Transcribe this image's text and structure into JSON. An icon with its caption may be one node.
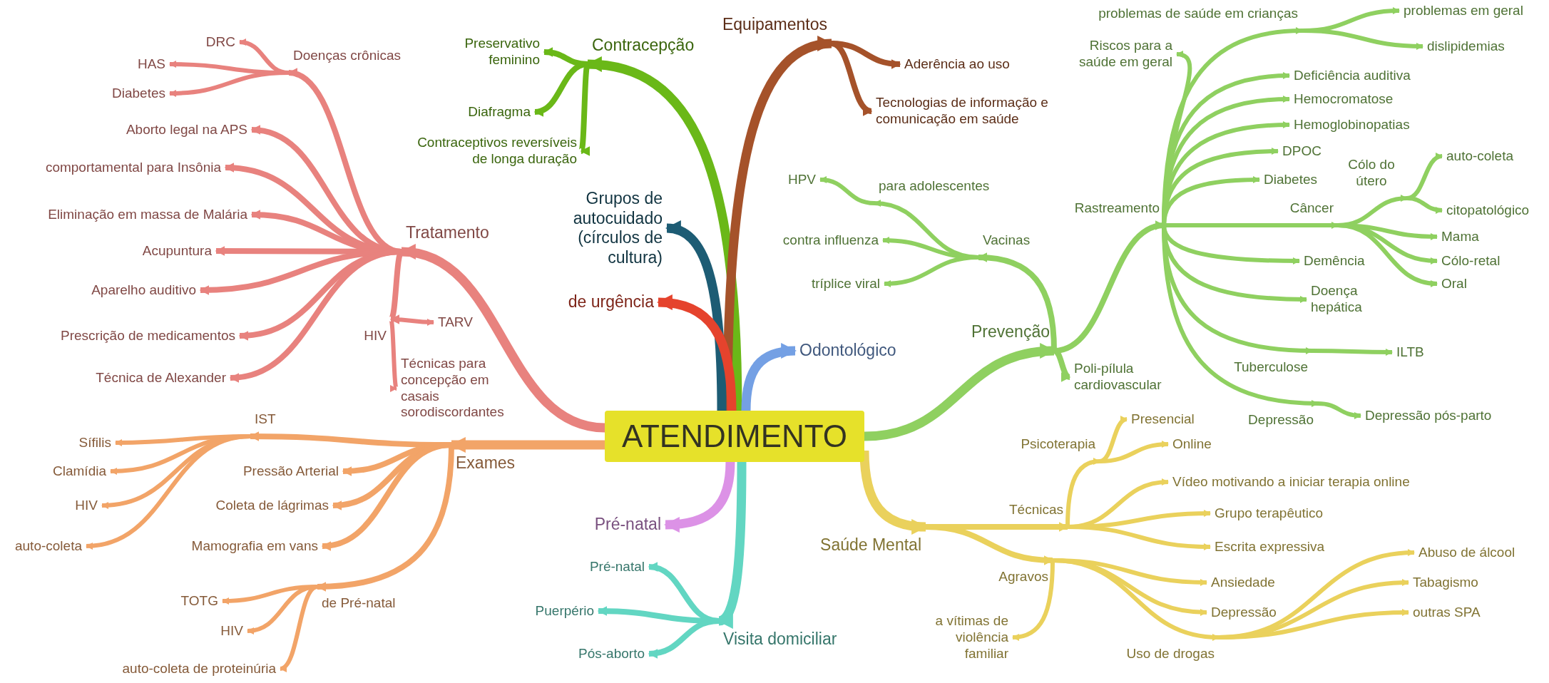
{
  "diagram": {
    "nodes": [
      {
        "text": [
          "ATENDIMENTO"
        ]
      },
      {
        "text": [
          "Tratamento"
        ]
      },
      {
        "text": [
          "Doenças crônicas"
        ]
      },
      {
        "text": [
          "DRC"
        ]
      },
      {
        "text": [
          "HAS"
        ]
      },
      {
        "text": [
          "Diabetes"
        ]
      },
      {
        "text": [
          "Aborto legal na APS"
        ]
      },
      {
        "text": [
          "comportamental para Insônia"
        ]
      },
      {
        "text": [
          "Eliminação em massa de Malária"
        ]
      },
      {
        "text": [
          "Acupuntura"
        ]
      },
      {
        "text": [
          "Aparelho auditivo"
        ]
      },
      {
        "text": [
          "HIV"
        ]
      },
      {
        "text": [
          "TARV"
        ]
      },
      {
        "text": [
          "Técnicas para concepção em casais sorodiscordantes"
        ]
      },
      {
        "text": [
          "Prescrição de medicamentos"
        ]
      },
      {
        "text": [
          "Técnica de Alexander"
        ]
      },
      {
        "text": [
          "Exames"
        ]
      },
      {
        "text": [
          "IST"
        ]
      },
      {
        "text": [
          "Sífilis"
        ]
      },
      {
        "text": [
          "Clamídia"
        ]
      },
      {
        "text": [
          "HIV"
        ]
      },
      {
        "text": [
          "auto-coleta"
        ]
      },
      {
        "text": [
          "Pressão Arterial"
        ]
      },
      {
        "text": [
          "Coleta de lágrimas"
        ]
      },
      {
        "text": [
          "Mamografia em vans"
        ]
      },
      {
        "text": [
          "de Pré-natal"
        ]
      },
      {
        "text": [
          "TOTG"
        ]
      },
      {
        "text": [
          "HIV"
        ]
      },
      {
        "text": [
          "auto-coleta de proteinúria"
        ]
      },
      {
        "text": [
          "Visita domiciliar"
        ]
      },
      {
        "text": [
          "Pré-natal"
        ]
      },
      {
        "text": [
          "Puerpério"
        ]
      },
      {
        "text": [
          "Pós-aborto"
        ]
      },
      {
        "text": [
          "Pré-natal"
        ]
      },
      {
        "text": [
          "Contracepção"
        ]
      },
      {
        "text": [
          "Preservativo feminino"
        ]
      },
      {
        "text": [
          "Diafragma"
        ]
      },
      {
        "text": [
          "Contraceptivos reversíveis de longa duração"
        ]
      },
      {
        "text": [
          "Equipamentos"
        ]
      },
      {
        "text": [
          "Aderência ao uso"
        ]
      },
      {
        "text": [
          "Tecnologias de informação e comunicação em saúde"
        ]
      },
      {
        "text": [
          "Grupos de autocuidado (círculos de cultura)"
        ]
      },
      {
        "text": [
          "de urgência"
        ]
      },
      {
        "text": [
          "Odontológico"
        ]
      },
      {
        "text": [
          "Prevenção"
        ]
      },
      {
        "text": [
          "Vacinas"
        ]
      },
      {
        "text": [
          "para adolescentes"
        ]
      },
      {
        "text": [
          "HPV"
        ]
      },
      {
        "text": [
          "contra influenza"
        ]
      },
      {
        "text": [
          "tríplice viral"
        ]
      },
      {
        "text": [
          "Poli-pílula cardiovascular"
        ]
      },
      {
        "text": [
          "Rastreamento"
        ]
      },
      {
        "text": [
          "Riscos para a saúde em geral"
        ]
      },
      {
        "text": [
          "problemas de saúde em crianças"
        ]
      },
      {
        "text": [
          "problemas em geral"
        ]
      },
      {
        "text": [
          "dislipidemias"
        ]
      },
      {
        "text": [
          "Deficiência auditiva"
        ]
      },
      {
        "text": [
          "Hemocromatose"
        ]
      },
      {
        "text": [
          "Hemoglobinopatias"
        ]
      },
      {
        "text": [
          "DPOC"
        ]
      },
      {
        "text": [
          "Diabetes"
        ]
      },
      {
        "text": [
          "Câncer"
        ]
      },
      {
        "text": [
          "Cólo do útero"
        ]
      },
      {
        "text": [
          "auto-coleta"
        ]
      },
      {
        "text": [
          "citopatológico"
        ]
      },
      {
        "text": [
          "Mama"
        ]
      },
      {
        "text": [
          "Cólo-retal"
        ]
      },
      {
        "text": [
          "Oral"
        ]
      },
      {
        "text": [
          "Demência"
        ]
      },
      {
        "text": [
          "Doença hepática"
        ]
      },
      {
        "text": [
          "Tuberculose"
        ]
      },
      {
        "text": [
          "ILTB"
        ]
      },
      {
        "text": [
          "Depressão"
        ]
      },
      {
        "text": [
          "Depressão pós-parto"
        ]
      },
      {
        "text": [
          "Saúde Mental"
        ]
      },
      {
        "text": [
          "Técnicas"
        ]
      },
      {
        "text": [
          "Psicoterapia"
        ]
      },
      {
        "text": [
          "Presencial"
        ]
      },
      {
        "text": [
          "Online"
        ]
      },
      {
        "text": [
          "Vídeo motivando a iniciar terapia online"
        ]
      },
      {
        "text": [
          "Grupo terapêutico"
        ]
      },
      {
        "text": [
          "Escrita expressiva"
        ]
      },
      {
        "text": [
          "Agravos"
        ]
      },
      {
        "text": [
          "a vítimas de violência familiar"
        ]
      },
      {
        "text": [
          "Ansiedade"
        ]
      },
      {
        "text": [
          "Depressão"
        ]
      },
      {
        "text": [
          "Uso de drogas"
        ]
      },
      {
        "text": [
          "Abuso de álcool"
        ]
      },
      {
        "text": [
          "Tabagismo"
        ]
      },
      {
        "text": [
          "outras SPA"
        ]
      }
    ],
    "edges": [
      {
        "from": 0,
        "to": 1,
        "arrow": "to",
        "color": "#e8827e",
        "style": "thick"
      },
      {
        "from": 1,
        "to": 2,
        "arrow": "to",
        "color": "#e8827e"
      },
      {
        "from": 2,
        "to": 3,
        "arrow": "to",
        "color": "#e8827e"
      },
      {
        "from": 2,
        "to": 4,
        "arrow": "to",
        "color": "#e8827e"
      },
      {
        "from": 2,
        "to": 5,
        "arrow": "to",
        "color": "#e8827e"
      },
      {
        "from": 1,
        "to": 6,
        "arrow": "to",
        "color": "#e8827e"
      },
      {
        "from": 1,
        "to": 7,
        "arrow": "to",
        "color": "#e8827e"
      },
      {
        "from": 1,
        "to": 8,
        "arrow": "to",
        "color": "#e8827e"
      },
      {
        "from": 1,
        "to": 9,
        "arrow": "to",
        "color": "#e8827e"
      },
      {
        "from": 1,
        "to": 10,
        "arrow": "to",
        "color": "#e8827e"
      },
      {
        "from": 1,
        "to": 11,
        "arrow": "to",
        "color": "#e8827e"
      },
      {
        "from": 11,
        "to": 12,
        "arrow": "to",
        "color": "#e8827e"
      },
      {
        "from": 11,
        "to": 13,
        "arrow": "to",
        "color": "#e8827e"
      },
      {
        "from": 1,
        "to": 14,
        "arrow": "to",
        "color": "#e8827e"
      },
      {
        "from": 1,
        "to": 15,
        "arrow": "to",
        "color": "#e8827e"
      },
      {
        "from": 0,
        "to": 16,
        "arrow": "to",
        "color": "#f2a468",
        "style": "thick"
      },
      {
        "from": 16,
        "to": 17,
        "arrow": "to",
        "color": "#f2a468"
      },
      {
        "from": 17,
        "to": 18,
        "arrow": "to",
        "color": "#f2a468"
      },
      {
        "from": 17,
        "to": 19,
        "arrow": "to",
        "color": "#f2a468"
      },
      {
        "from": 17,
        "to": 20,
        "arrow": "to",
        "color": "#f2a468"
      },
      {
        "from": 17,
        "to": 21,
        "arrow": "to",
        "color": "#f2a468"
      },
      {
        "from": 16,
        "to": 22,
        "arrow": "to",
        "color": "#f2a468"
      },
      {
        "from": 16,
        "to": 23,
        "arrow": "to",
        "color": "#f2a468"
      },
      {
        "from": 16,
        "to": 24,
        "arrow": "to",
        "color": "#f2a468"
      },
      {
        "from": 16,
        "to": 25,
        "arrow": "to",
        "color": "#f2a468"
      },
      {
        "from": 25,
        "to": 26,
        "arrow": "to",
        "color": "#f2a468"
      },
      {
        "from": 25,
        "to": 27,
        "arrow": "to",
        "color": "#f2a468"
      },
      {
        "from": 25,
        "to": 28,
        "arrow": "to",
        "color": "#f2a468"
      },
      {
        "from": 0,
        "to": 29,
        "arrow": "to",
        "color": "#62d6c2",
        "style": "thick"
      },
      {
        "from": 29,
        "to": 30,
        "arrow": "to",
        "color": "#62d6c2"
      },
      {
        "from": 29,
        "to": 31,
        "arrow": "to",
        "color": "#62d6c2"
      },
      {
        "from": 29,
        "to": 32,
        "arrow": "to",
        "color": "#62d6c2"
      },
      {
        "from": 0,
        "to": 33,
        "arrow": "to",
        "color": "#dc92e6",
        "style": "thick"
      },
      {
        "from": 0,
        "to": 34,
        "arrow": "to",
        "color": "#6ab818",
        "style": "thick"
      },
      {
        "from": 34,
        "to": 35,
        "arrow": "to",
        "color": "#6ab818"
      },
      {
        "from": 34,
        "to": 36,
        "arrow": "to",
        "color": "#6ab818"
      },
      {
        "from": 34,
        "to": 37,
        "arrow": "to",
        "color": "#6ab818"
      },
      {
        "from": 0,
        "to": 38,
        "arrow": "to",
        "color": "#a5522a",
        "style": "thick"
      },
      {
        "from": 38,
        "to": 39,
        "arrow": "to",
        "color": "#a5522a"
      },
      {
        "from": 38,
        "to": 40,
        "arrow": "to",
        "color": "#a5522a"
      },
      {
        "from": 0,
        "to": 41,
        "arrow": "to",
        "color": "#1d5c74",
        "style": "thick"
      },
      {
        "from": 0,
        "to": 42,
        "arrow": "to",
        "color": "#e5432d",
        "style": "thick"
      },
      {
        "from": 0,
        "to": 43,
        "arrow": "to",
        "color": "#74a0e4",
        "style": "thick"
      },
      {
        "from": 0,
        "to": 44,
        "arrow": "to",
        "style": "thick"
      },
      {
        "from": 44,
        "to": 45,
        "arrow": "to"
      },
      {
        "from": 45,
        "to": 46,
        "arrow": "to"
      },
      {
        "from": 46,
        "to": 47,
        "arrow": "to"
      },
      {
        "from": 45,
        "to": 48,
        "arrow": "to"
      },
      {
        "from": 45,
        "to": 49,
        "arrow": "to"
      },
      {
        "from": 44,
        "to": 50,
        "arrow": "to"
      },
      {
        "from": 44,
        "to": 51,
        "arrow": "to"
      },
      {
        "from": 51,
        "to": 52,
        "arrow": "to"
      },
      {
        "from": 51,
        "to": 53,
        "arrow": "to"
      },
      {
        "from": 53,
        "to": 54,
        "arrow": "to"
      },
      {
        "from": 53,
        "to": 55,
        "arrow": "to"
      },
      {
        "from": 51,
        "to": 56,
        "arrow": "to"
      },
      {
        "from": 51,
        "to": 57,
        "arrow": "to"
      },
      {
        "from": 51,
        "to": 58,
        "arrow": "to"
      },
      {
        "from": 51,
        "to": 59,
        "arrow": "to"
      },
      {
        "from": 51,
        "to": 60,
        "arrow": "to"
      },
      {
        "from": 51,
        "to": 61,
        "arrow": "to"
      },
      {
        "from": 61,
        "to": 62,
        "arrow": "to"
      },
      {
        "from": 62,
        "to": 63,
        "arrow": "to"
      },
      {
        "from": 62,
        "to": 64,
        "arrow": "to"
      },
      {
        "from": 61,
        "to": 65,
        "arrow": "to"
      },
      {
        "from": 61,
        "to": 66,
        "arrow": "to"
      },
      {
        "from": 61,
        "to": 67,
        "arrow": "to"
      },
      {
        "from": 51,
        "to": 68,
        "arrow": "to"
      },
      {
        "from": 51,
        "to": 69,
        "arrow": "to"
      },
      {
        "from": 51,
        "to": 70,
        "arrow": "to"
      },
      {
        "from": 70,
        "to": 71,
        "arrow": "to"
      },
      {
        "from": 51,
        "to": 72,
        "arrow": "to"
      },
      {
        "from": 72,
        "to": 73,
        "arrow": "to"
      },
      {
        "from": 0,
        "to": 74,
        "arrow": "to",
        "color": "#ead15c",
        "style": "thick"
      },
      {
        "from": 74,
        "to": 75,
        "arrow": "to",
        "color": "#ead15c"
      },
      {
        "from": 75,
        "to": 76,
        "arrow": "to",
        "color": "#ead15c"
      },
      {
        "from": 76,
        "to": 77,
        "arrow": "to",
        "color": "#ead15c"
      },
      {
        "from": 76,
        "to": 78,
        "arrow": "to",
        "color": "#ead15c"
      },
      {
        "from": 75,
        "to": 79,
        "arrow": "to",
        "color": "#ead15c"
      },
      {
        "from": 75,
        "to": 80,
        "arrow": "to",
        "color": "#ead15c"
      },
      {
        "from": 75,
        "to": 81,
        "arrow": "to",
        "color": "#ead15c"
      },
      {
        "from": 74,
        "to": 82,
        "arrow": "to",
        "color": "#ead15c"
      },
      {
        "from": 82,
        "to": 83,
        "arrow": "to",
        "color": "#ead15c"
      },
      {
        "from": 82,
        "to": 84,
        "arrow": "to",
        "color": "#ead15c"
      },
      {
        "from": 82,
        "to": 85,
        "arrow": "to",
        "color": "#ead15c"
      },
      {
        "from": 82,
        "to": 86,
        "arrow": "to",
        "color": "#ead15c"
      },
      {
        "from": 86,
        "to": 87,
        "arrow": "to",
        "color": "#ead15c"
      },
      {
        "from": 86,
        "to": 88,
        "arrow": "to",
        "color": "#ead15c"
      },
      {
        "from": 86,
        "to": 89,
        "arrow": "to",
        "color": "#ead15c"
      }
    ]
  }
}
